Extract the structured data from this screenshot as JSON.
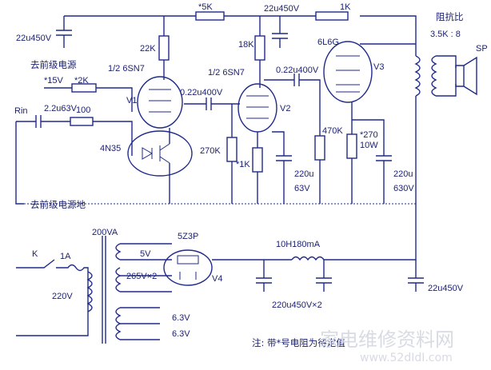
{
  "labels": {
    "r_5k": "*5K",
    "c_22u450v_top": "22u450V",
    "r_1k": "1K",
    "impedance_ratio": "阻抗比",
    "ratio_value": "3.5K : 8",
    "speaker": "SP",
    "c_22u450v_left": "22u450V",
    "r_22k": "22K",
    "r_18k": "18K",
    "tube_6l6g": "6L6G",
    "to_preamp_power": "去前级电源",
    "tube_6sn7_a": "1/2 6SN7",
    "tube_6sn7_b": "1/2 6SN7",
    "c_022u400v_b": "0.22u400V",
    "v15": "*15V",
    "r_2k": "*2K",
    "v1": "V1",
    "v2": "V2",
    "v3": "V3",
    "rin": "Rin",
    "c_22u63v": "2.2u63V",
    "r_100": "100",
    "c_022u400v_a": "0.22u400V",
    "optocoupler": "4N35",
    "r_270k": "270K",
    "r_1k_cathode": "*1K",
    "r_470k": "470K",
    "r_270_10w_a": "*270",
    "r_270_10w_b": "10W",
    "c_220u63v_a": "220u",
    "c_220u63v_b": "63V",
    "c_220u630v_a": "220u",
    "c_220u630v_b": "630V",
    "to_preamp_ground": "去前级电源地",
    "transformer": "200VA",
    "rectifier": "5Z3P",
    "winding_5v": "5V",
    "winding_265v": "265V×2",
    "v4": "V4",
    "choke": "10H180mA",
    "switch_k": "K",
    "fuse_1a": "1A",
    "mains_220v": "220V",
    "c_220u450v_x2": "220u450V×2",
    "c_22u450v_out": "22u450V",
    "heater_a": "6.3V",
    "heater_b": "6.3V",
    "note": "注: 带*号电阻为待定值",
    "watermark_a": "家电维修资料网",
    "watermark_b": "www.52dIdI.com"
  },
  "colors": {
    "ink": "#1f2a8a",
    "text": "#1a1f6e",
    "watermark": "#d9dbe4"
  }
}
